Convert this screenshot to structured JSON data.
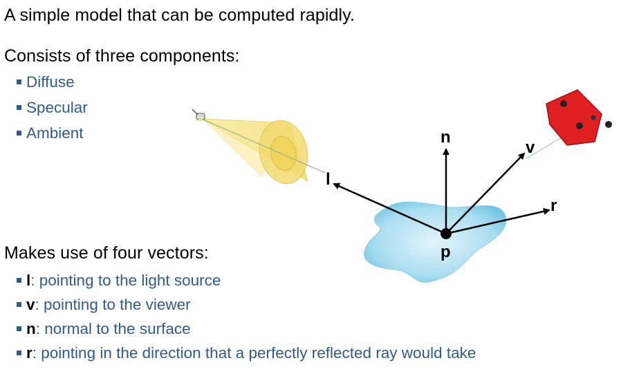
{
  "intro": "A simple model that can be computed rapidly.",
  "components_heading": "Consists of three components:",
  "components": [
    "Diffuse",
    "Specular",
    "Ambient"
  ],
  "vectors_heading": "Makes use of four vectors:",
  "vectors": [
    {
      "key": "l",
      "text": ": pointing to the light source"
    },
    {
      "key": "v",
      "text": ": pointing to the viewer"
    },
    {
      "key": "n",
      "text": ": normal to the surface"
    },
    {
      "key": "r",
      "text": ": pointing in the direction that a perfectly reflected ray would take"
    }
  ],
  "diagram": {
    "labels": {
      "l": "l",
      "n": "n",
      "v": "v",
      "r": "r",
      "p": "p"
    },
    "colors": {
      "surface": "#a9ddf0",
      "cone": "#f7e48a",
      "camera": "#e02020",
      "arrow": "#000000"
    }
  }
}
